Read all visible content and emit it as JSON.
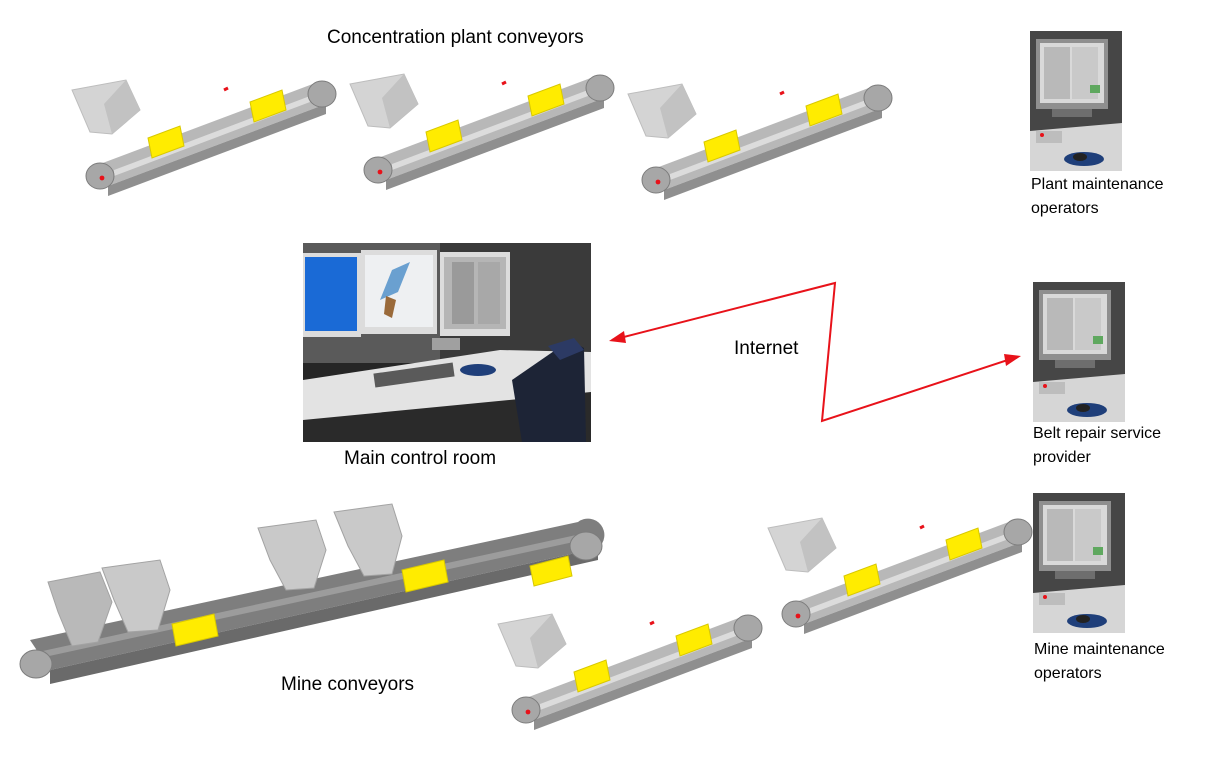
{
  "labels": {
    "concentration_plant": "Concentration plant conveyors",
    "main_control_room": "Main control room",
    "internet": "Internet",
    "mine_conveyors": "Mine conveyors",
    "plant_maintenance": "Plant maintenance operators",
    "belt_repair": "Belt repair service provider",
    "mine_maintenance": "Mine maintenance operators"
  },
  "colors": {
    "link": "#e8121a",
    "support": "#ffec00",
    "belt": "#9a9a9a",
    "hopper": "#cfcfcf"
  }
}
